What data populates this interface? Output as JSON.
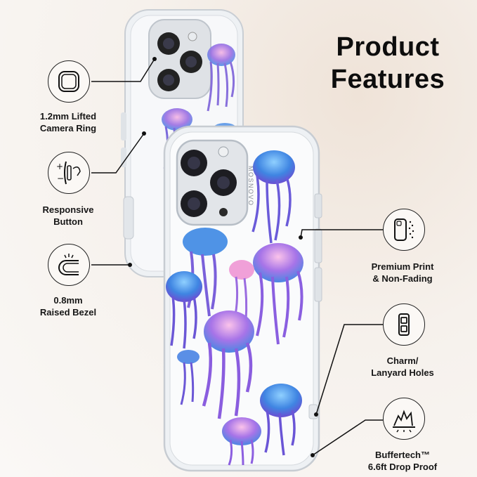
{
  "title": {
    "line1": "Product",
    "line2": "Features"
  },
  "features_left": [
    {
      "icon": "camera-ring-icon",
      "line1": "1.2mm Lifted",
      "line2": "Camera Ring"
    },
    {
      "icon": "button-press-icon",
      "line1": "Responsive",
      "line2": "Button"
    },
    {
      "icon": "bezel-icon",
      "line1": "0.8mm",
      "line2": "Raised Bezel"
    }
  ],
  "features_right": [
    {
      "icon": "phone-print-icon",
      "line1": "Premium Print",
      "line2": "& Non-Fading"
    },
    {
      "icon": "lanyard-holes-icon",
      "line1": "Charm/",
      "line2": "Lanyard Holes"
    },
    {
      "icon": "drop-impact-icon",
      "line1": "Buffertech™",
      "line2": "6.6ft Drop Proof"
    }
  ],
  "brand_mark": "MOSNOVO",
  "colors": {
    "jelly_blue": "#3d86e0",
    "jelly_purple": "#8a4fd6",
    "jelly_pink": "#f3a6d8",
    "case_frame": "#e9edf1"
  }
}
